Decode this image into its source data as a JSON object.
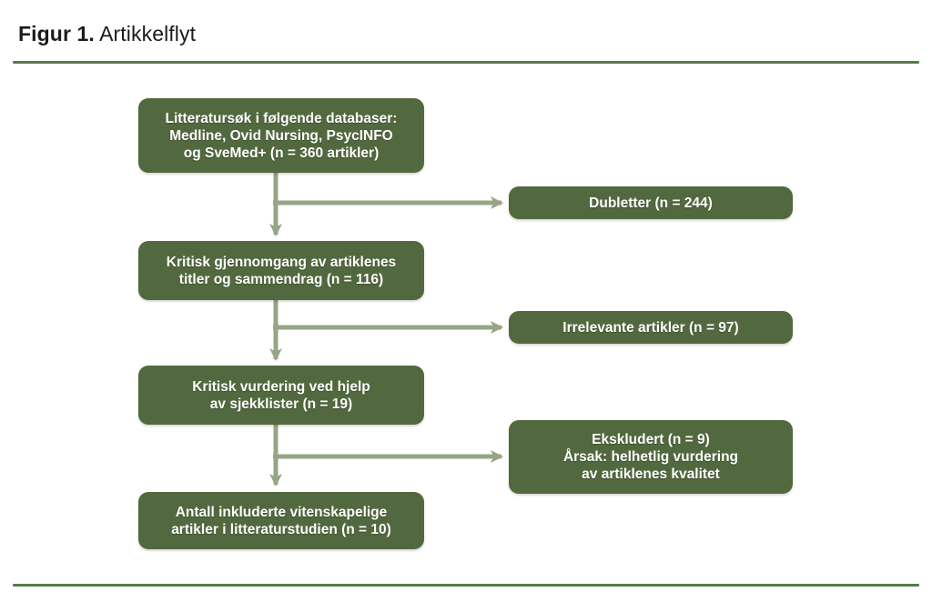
{
  "title": {
    "label_bold": "Figur 1.",
    "label_regular": " Artikkelflyt"
  },
  "colors": {
    "box_fill": "#52693F",
    "arrow": "#97A586",
    "rule": "#567B49",
    "box_text": "#FFFFFF",
    "title_text": "#1B1B1B",
    "page_bg": "#FFFFFF"
  },
  "flowchart": {
    "main_boxes": [
      {
        "id": "literature-search",
        "lines": [
          "Litteratursøk i følgende databaser:",
          "Medline, Ovid Nursing, PsycINFO",
          "og SveMed+ (n = 360 artikler)"
        ]
      },
      {
        "id": "title-abstract-review",
        "lines": [
          "Kritisk gjennomgang av artiklenes",
          "titler og sammendrag (n = 116)"
        ]
      },
      {
        "id": "checklist-assessment",
        "lines": [
          "Kritisk vurdering ved hjelp",
          "av sjekklister (n = 19)"
        ]
      },
      {
        "id": "included-articles",
        "lines": [
          "Antall inkluderte vitenskapelige",
          "artikler i litteraturstudien (n = 10)"
        ]
      }
    ],
    "exclusion_boxes": [
      {
        "id": "duplicates",
        "lines": [
          "Dubletter (n = 244)"
        ]
      },
      {
        "id": "irrelevant",
        "lines": [
          "Irrelevante artikler (n = 97)"
        ]
      },
      {
        "id": "excluded-quality",
        "lines": [
          "Ekskludert (n = 9)",
          "Årsak: helhetlig vurdering",
          "av artiklenes kvalitet"
        ]
      }
    ]
  }
}
